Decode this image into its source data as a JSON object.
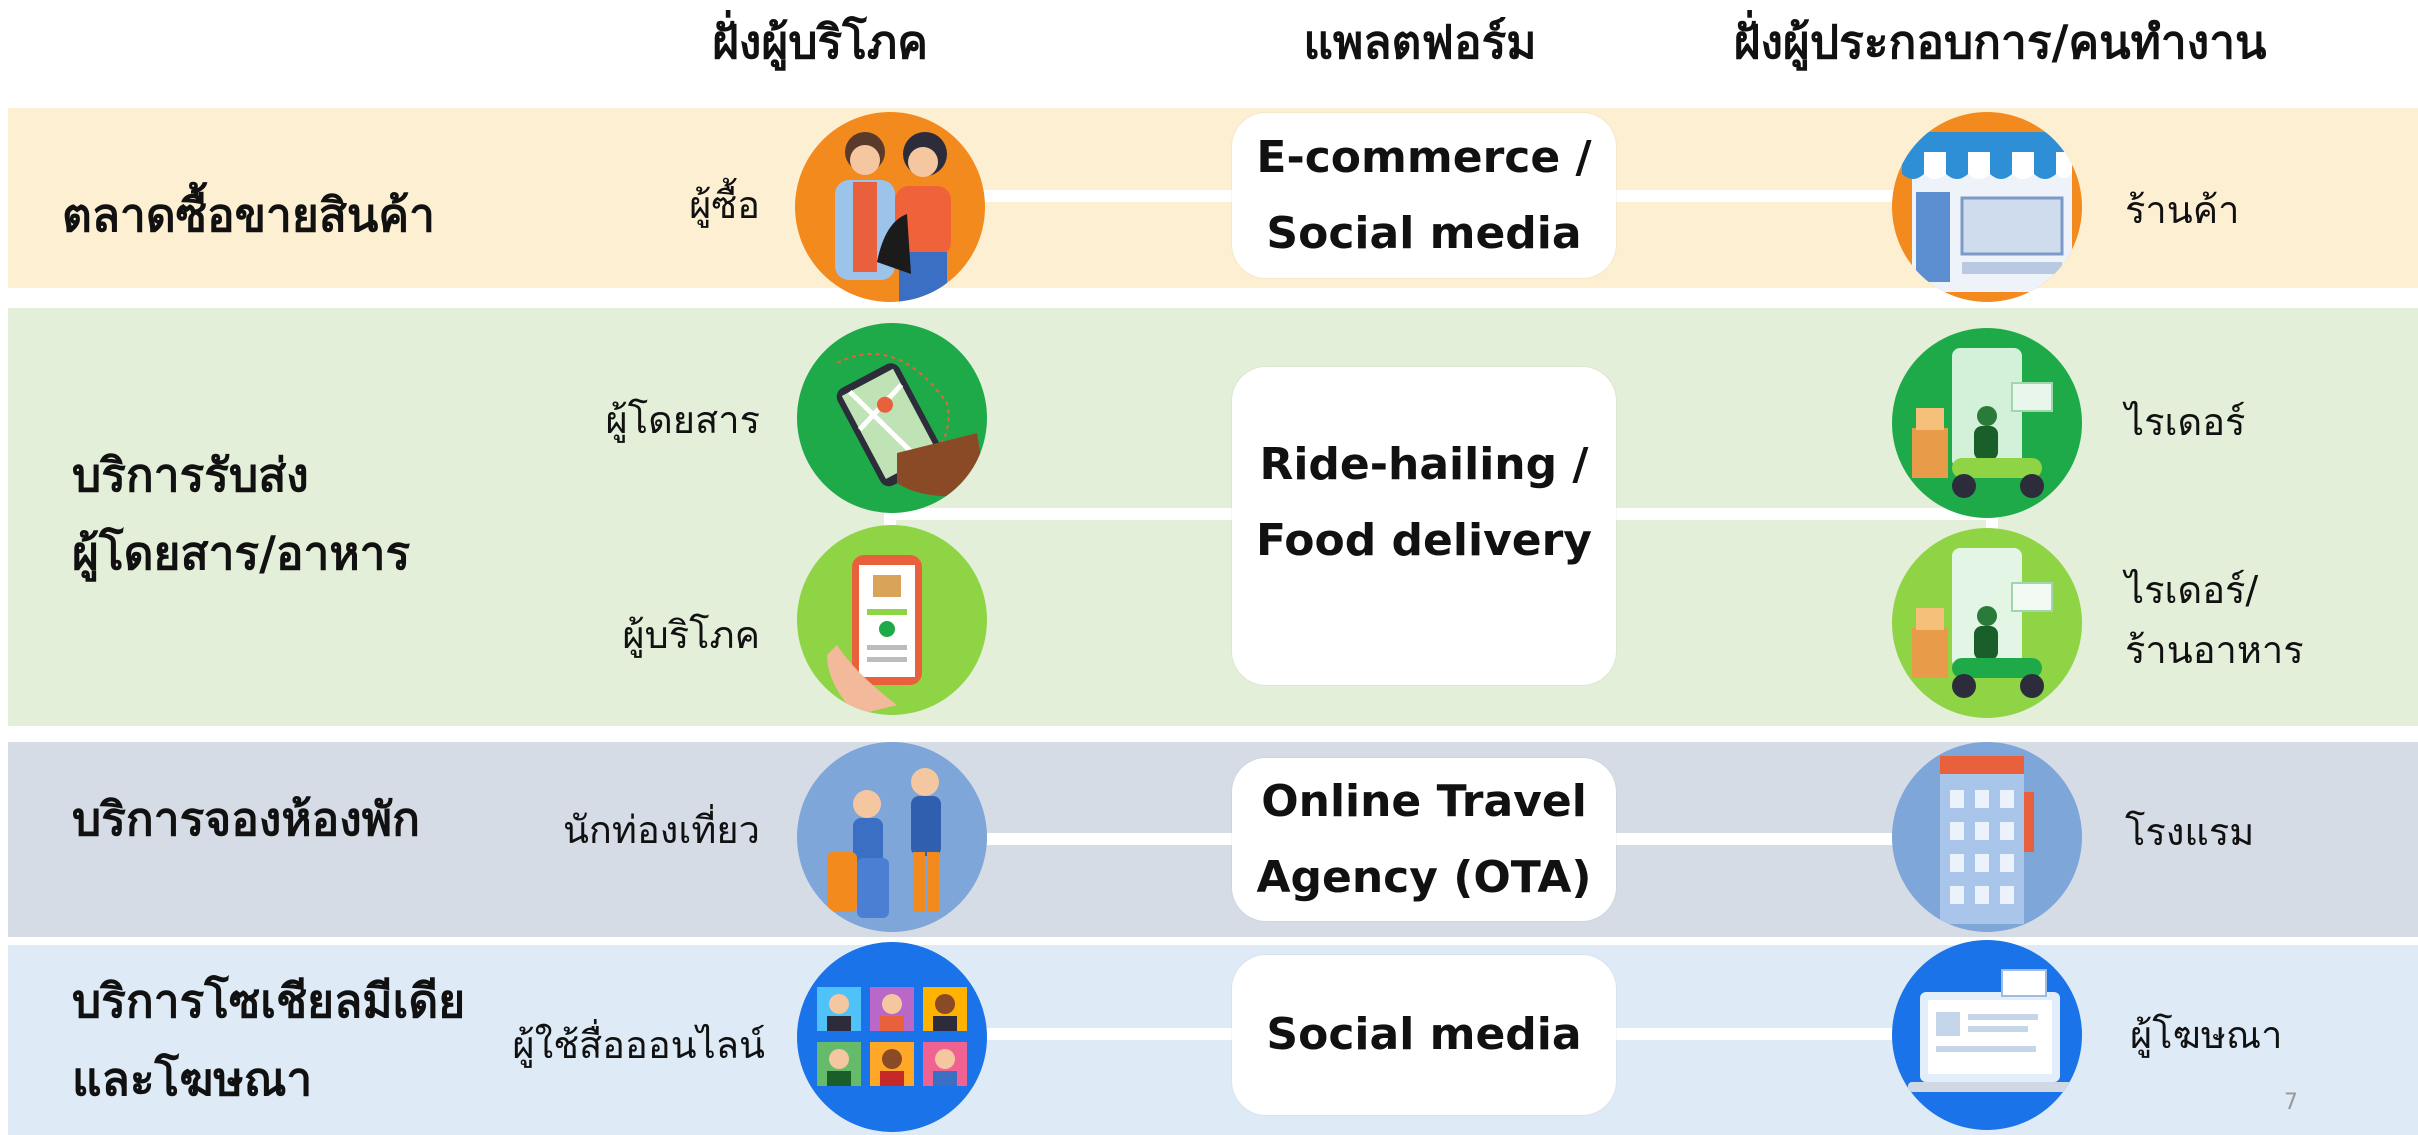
{
  "headers": {
    "consumer": "ฝั่งผู้บริโภค",
    "platform": "แพลตฟอร์ม",
    "provider": "ฝั่งผู้ประกอบการ/คนทำงาน"
  },
  "rows": [
    {
      "category": [
        "ตลาดซื้อขายสินค้า"
      ],
      "consumers": [
        {
          "label": [
            "ผู้ซื้อ"
          ],
          "icon": "shoppers-icon"
        }
      ],
      "platform": [
        "E-commerce /",
        "Social media"
      ],
      "providers": [
        {
          "label": [
            "ร้านค้า"
          ],
          "icon": "storefront-icon"
        }
      ],
      "color": "#fdf0d2"
    },
    {
      "category": [
        "บริการรับส่ง",
        "ผู้โดยสาร/อาหาร"
      ],
      "consumers": [
        {
          "label": [
            "ผู้โดยสาร"
          ],
          "icon": "phone-map-icon"
        },
        {
          "label": [
            "ผู้บริโภค"
          ],
          "icon": "phone-order-icon"
        }
      ],
      "platform": [
        "Ride-hailing /",
        "Food delivery"
      ],
      "providers": [
        {
          "label": [
            "ไรเดอร์"
          ],
          "icon": "delivery-rider-icon"
        },
        {
          "label": [
            "ไรเดอร์/",
            "ร้านอาหาร"
          ],
          "icon": "delivery-rider-icon"
        }
      ],
      "color": "#e3efd9"
    },
    {
      "category": [
        "บริการจองห้องพัก"
      ],
      "consumers": [
        {
          "label": [
            "นักท่องเที่ยว"
          ],
          "icon": "travelers-icon"
        }
      ],
      "platform": [
        "Online Travel",
        "Agency (OTA)"
      ],
      "providers": [
        {
          "label": [
            "โรงแรม"
          ],
          "icon": "hotel-icon"
        }
      ],
      "color": "#d6dce5"
    },
    {
      "category": [
        "บริการโซเชียลมีเดีย",
        "และโฆษณา"
      ],
      "consumers": [
        {
          "label": [
            "ผู้ใช้สื่อออนไลน์"
          ],
          "icon": "user-avatars-icon"
        }
      ],
      "platform": [
        "Social media"
      ],
      "providers": [
        {
          "label": [
            "ผู้โฆษณา"
          ],
          "icon": "laptop-ad-icon"
        }
      ],
      "color": "#deebf7"
    }
  ],
  "page_number": "7"
}
